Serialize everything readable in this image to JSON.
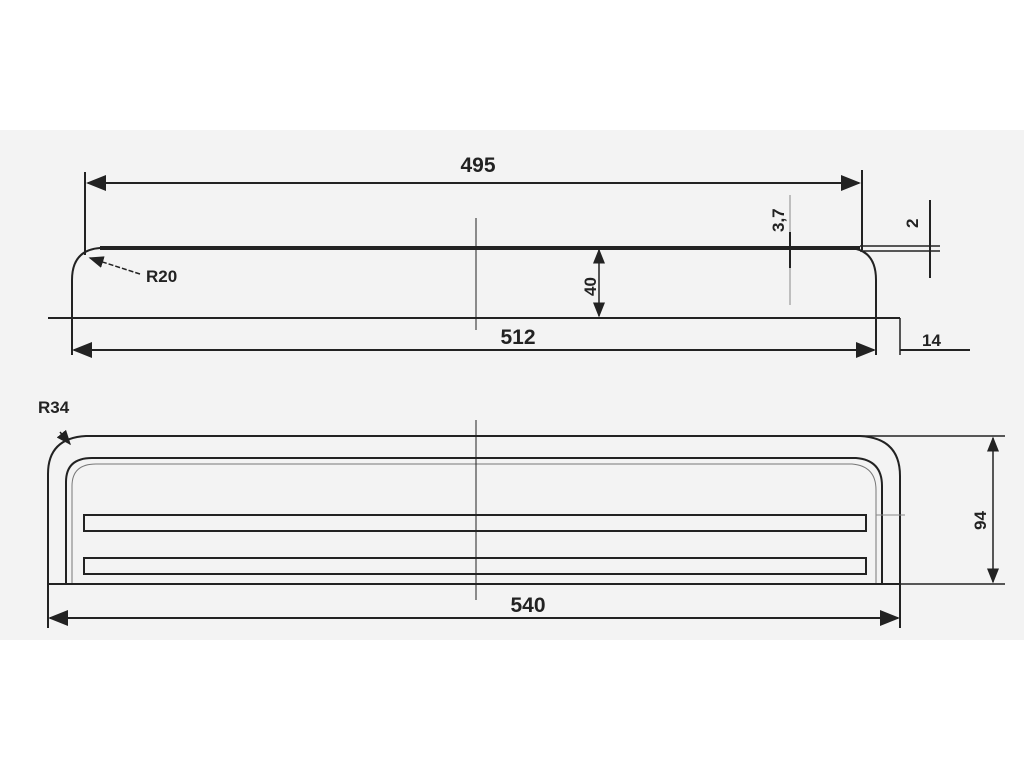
{
  "side_view": {
    "length_top": "495",
    "length_bottom": "512",
    "radius": "R20",
    "height": "40",
    "thickness_top": "3,7",
    "thickness_lip": "2",
    "lip_offset": "14"
  },
  "top_view": {
    "radius": "R34",
    "width": "94",
    "length": "540"
  }
}
